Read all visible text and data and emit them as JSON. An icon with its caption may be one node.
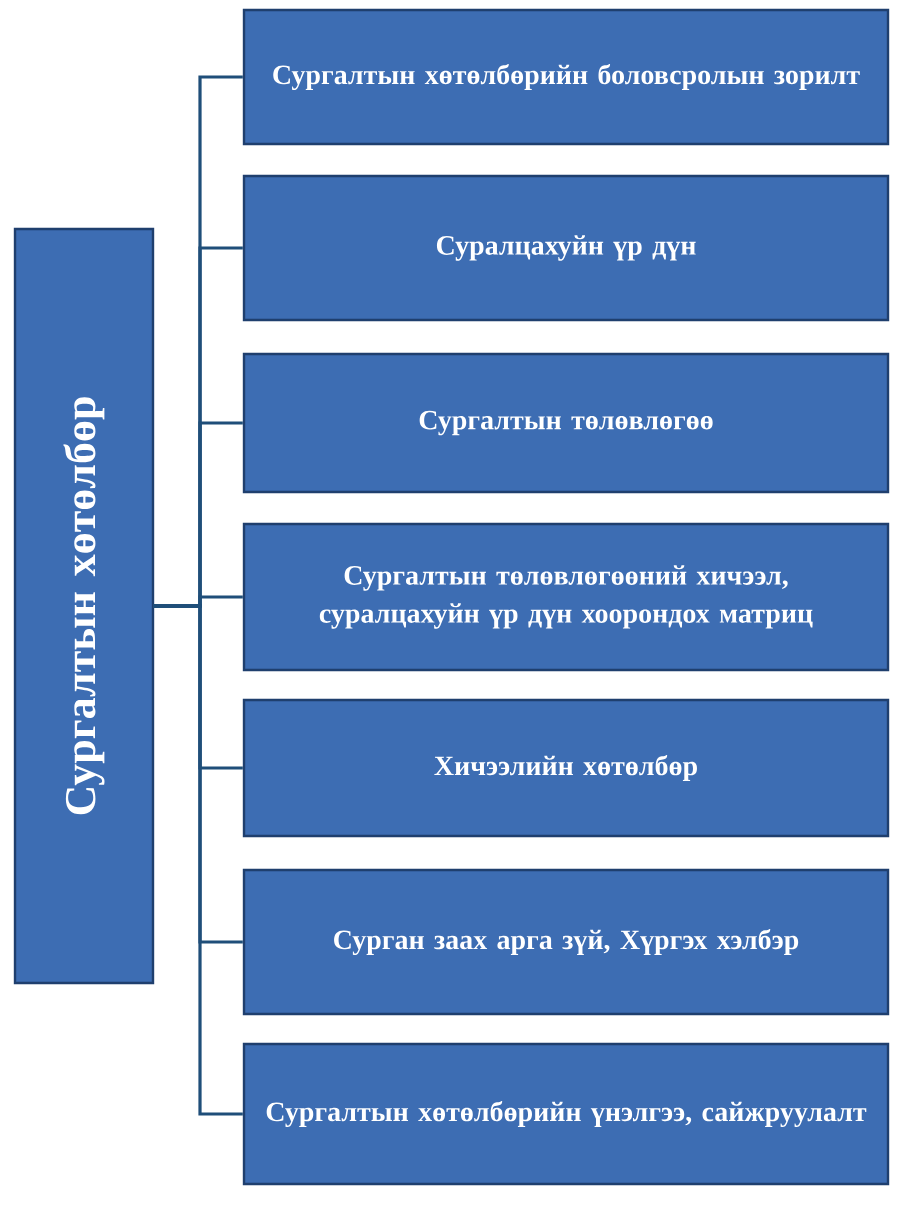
{
  "diagram": {
    "nodes": [
      {
        "text": [
          "Сургалтын  хөтөлбөр"
        ]
      },
      {
        "text": [
          "Сургалтын хөтөлбөрийн боловсролын зорилт"
        ]
      },
      {
        "text": [
          "Суралцахуйн үр дүн"
        ]
      },
      {
        "text": [
          "Сургалтын төлөвлөгөө"
        ]
      },
      {
        "text": [
          "Сургалтын төлөвлөгөөний хичээл, суралцахуйн үр дүн хоорондох матриц"
        ]
      },
      {
        "text": [
          "Хичээлийн хөтөлбөр"
        ]
      },
      {
        "text": [
          "Сурган заах арга зүй, Хүргэх хэлбэр"
        ]
      },
      {
        "text": [
          "Сургалтын хөтөлбөрийн үнэлгээ, сайжруулалт"
        ]
      }
    ],
    "edges": [
      {
        "from": 0,
        "to": 1,
        "arrow": "none"
      },
      {
        "from": 0,
        "to": 2,
        "arrow": "none"
      },
      {
        "from": 0,
        "to": 3,
        "arrow": "none"
      },
      {
        "from": 0,
        "to": 4,
        "arrow": "none"
      },
      {
        "from": 0,
        "to": 5,
        "arrow": "none"
      },
      {
        "from": 0,
        "to": 6,
        "arrow": "none"
      },
      {
        "from": 0,
        "to": 7,
        "arrow": "none"
      }
    ]
  }
}
